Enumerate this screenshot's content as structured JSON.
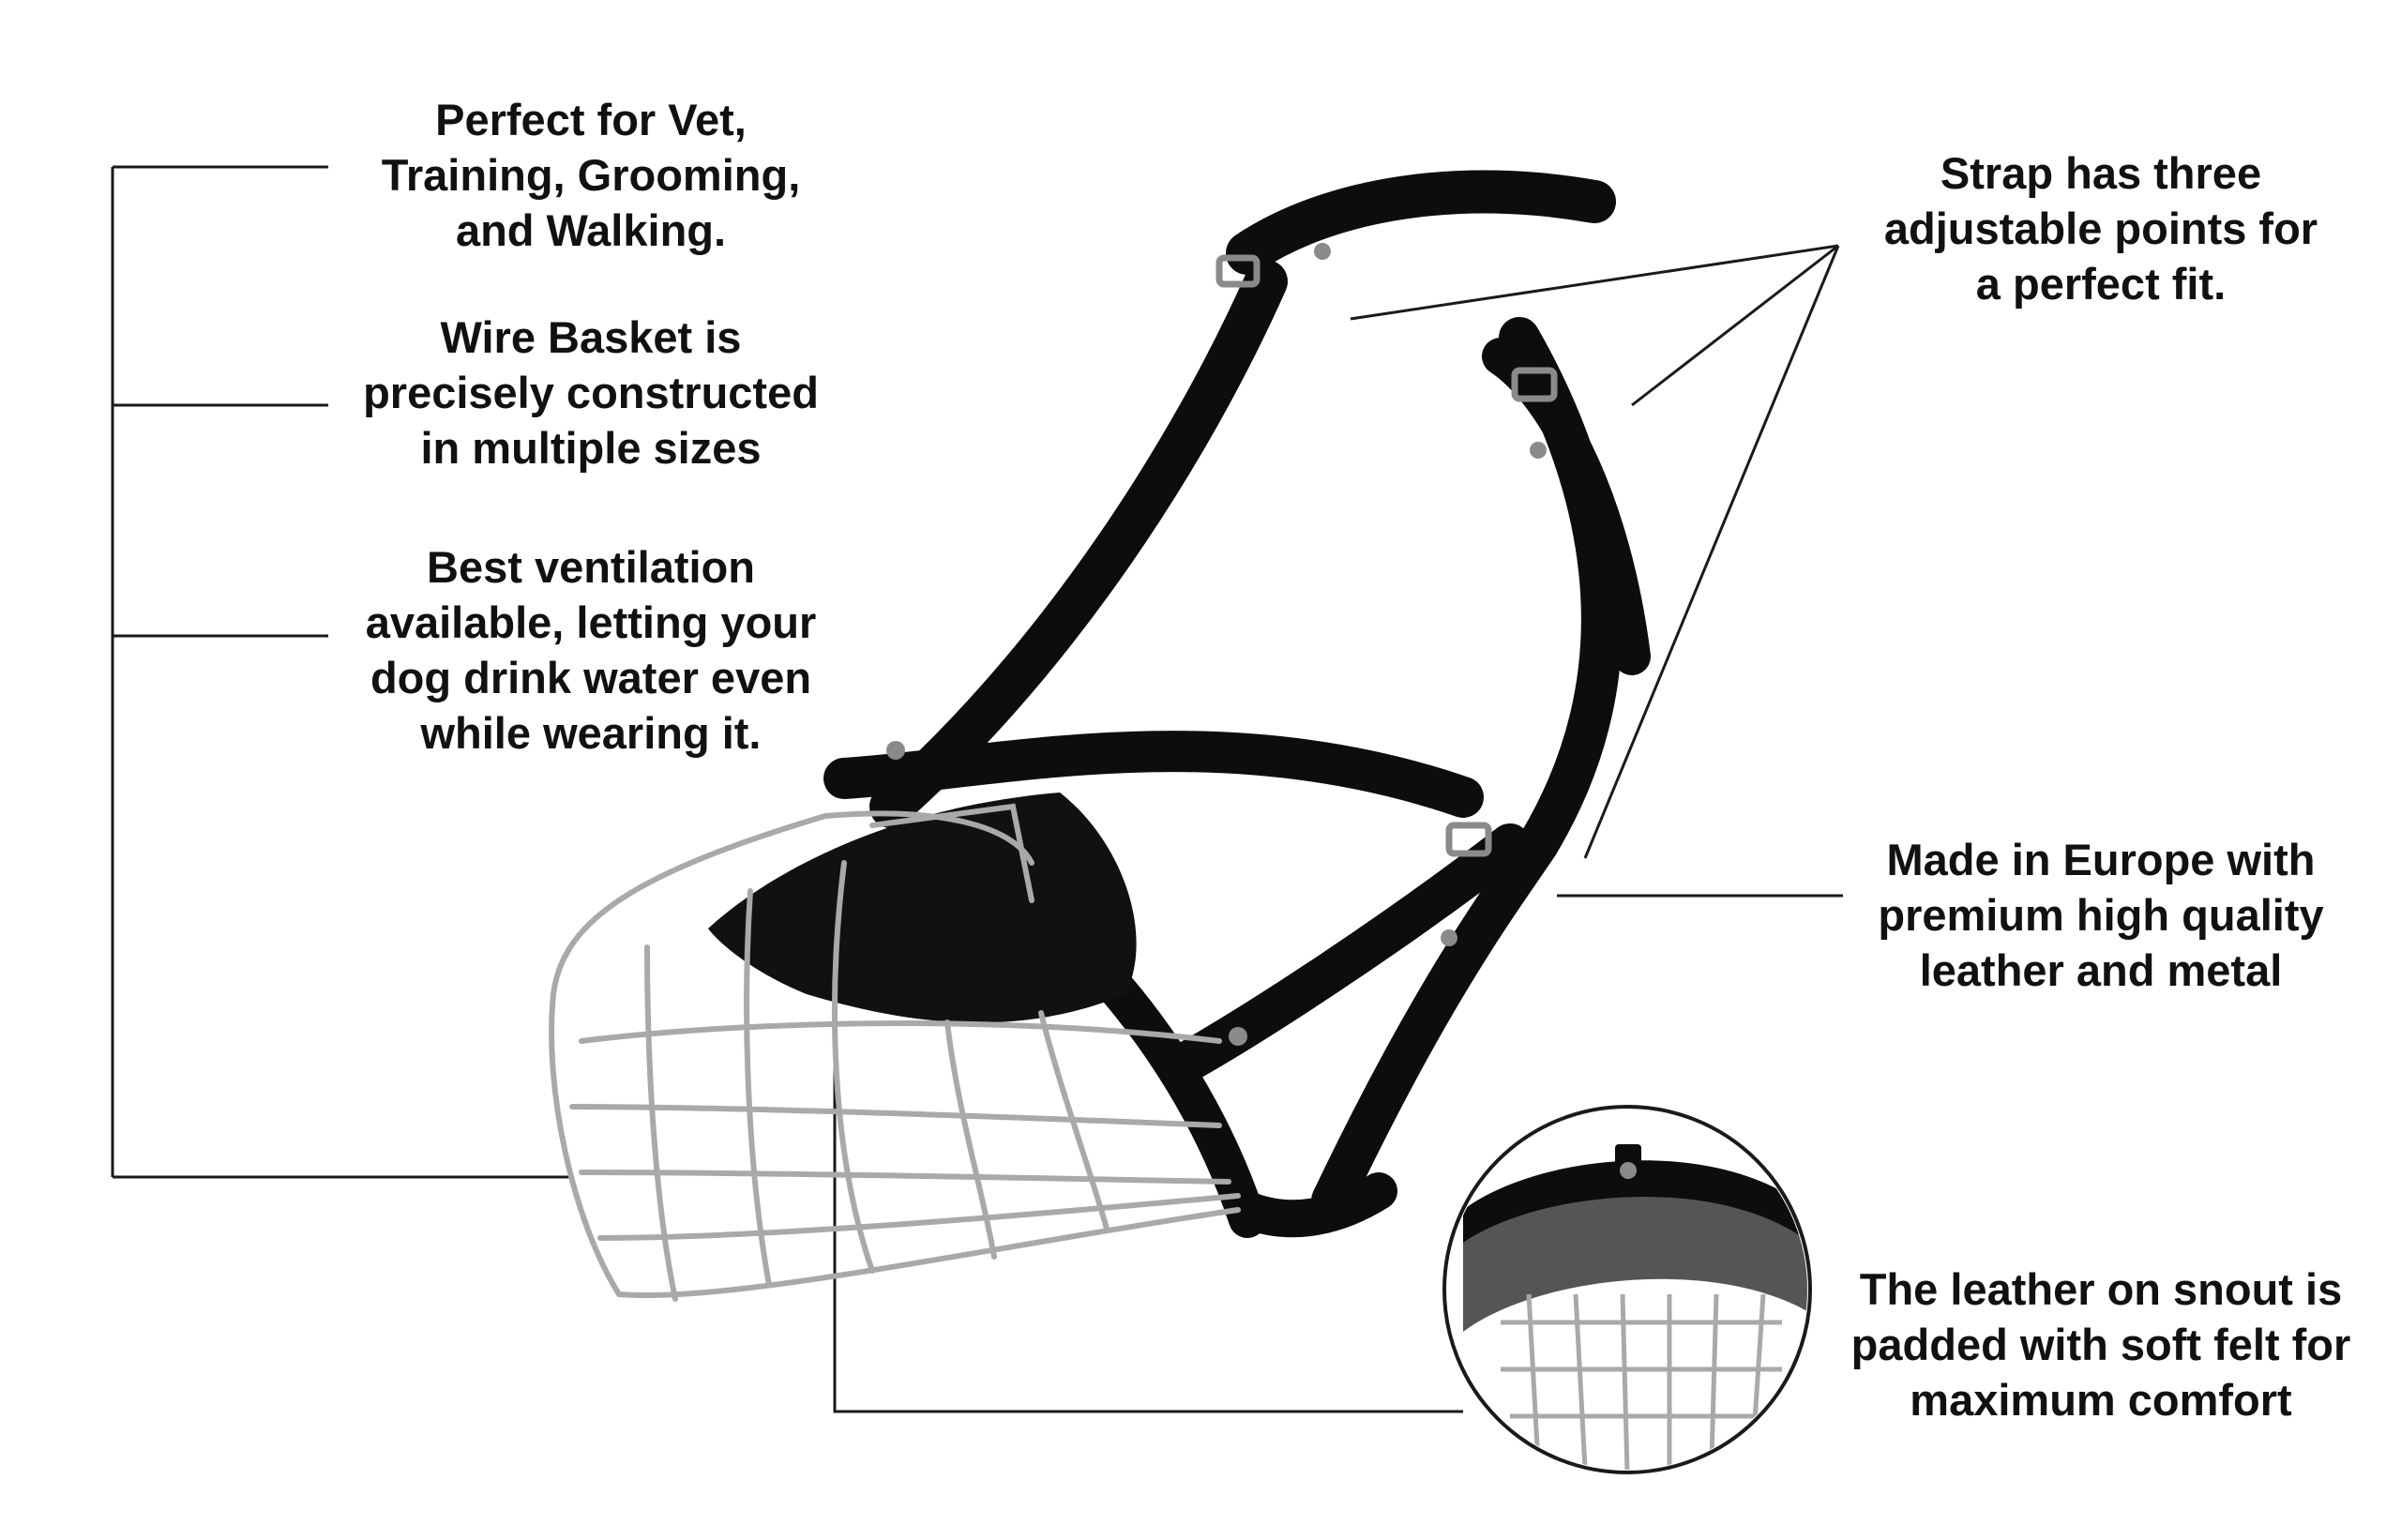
{
  "callouts": {
    "uses": [
      "Perfect for Vet,",
      "Training, Grooming,",
      "and Walking."
    ],
    "basket": [
      "Wire Basket is",
      "precisely constructed",
      "in multiple sizes"
    ],
    "ventilation": [
      "Best ventilation",
      "available, letting your",
      "dog drink water even",
      "while wearing it."
    ],
    "strap": [
      "Strap has three",
      "adjustable points for",
      "a perfect fit."
    ],
    "made_in": [
      "Made in Europe with",
      "premium high quality",
      "leather and metal"
    ],
    "padding": [
      "The leather on snout is",
      "padded with soft felt for",
      "maximum comfort"
    ]
  },
  "colors": {
    "leather": "#0d0d0d",
    "wire": "#a9a9a9",
    "felt": "#555555",
    "text": "#111111",
    "lines": "#1a1a1a",
    "background": "#ffffff"
  }
}
